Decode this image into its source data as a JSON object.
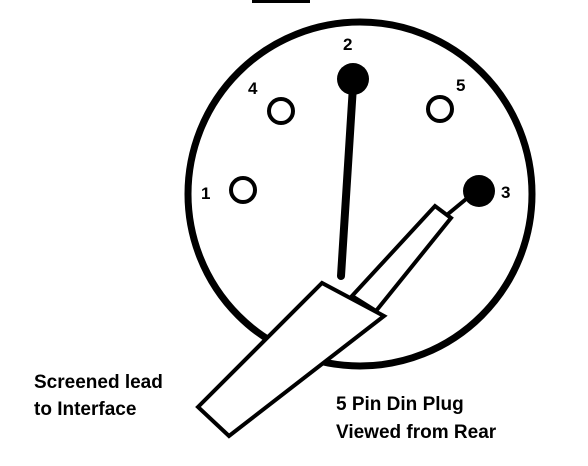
{
  "pins": [
    {
      "number": "1",
      "state": "unused"
    },
    {
      "number": "2",
      "state": "connected",
      "wire": "core"
    },
    {
      "number": "3",
      "state": "connected",
      "wire": "screen"
    },
    {
      "number": "4",
      "state": "unused"
    },
    {
      "number": "5",
      "state": "unused"
    }
  ],
  "labels": {
    "cable_line1": "Screened lead",
    "cable_line2": "to Interface",
    "plug_line1": "5 Pin Din Plug",
    "plug_line2": "Viewed from Rear"
  },
  "colors": {
    "ink": "#000000",
    "paper": "#ffffff"
  }
}
